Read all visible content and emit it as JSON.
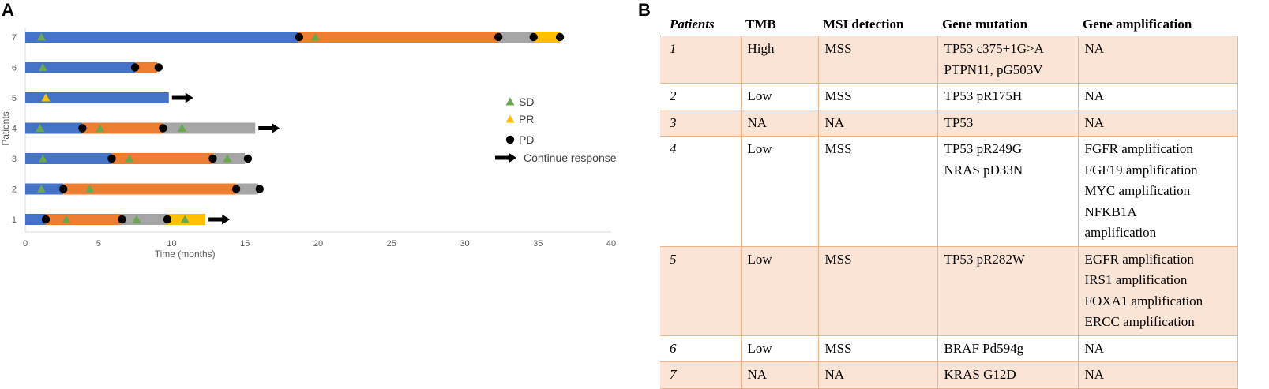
{
  "panels": {
    "a": "A",
    "b": "B"
  },
  "chart_data": {
    "type": "bar",
    "orientation": "horizontal",
    "stacked": true,
    "ylabel": "Patients",
    "xlabel": "Time (months)",
    "xlim": [
      0,
      40
    ],
    "xticks": [
      0,
      5,
      10,
      15,
      20,
      25,
      30,
      35,
      40
    ],
    "grid": false,
    "legend_position": "right",
    "legend": [
      {
        "label": "SD",
        "marker": "triangle",
        "color": "#6aa84f"
      },
      {
        "label": "PR",
        "marker": "triangle",
        "color": "#ffc000"
      },
      {
        "label": "PD",
        "marker": "circle",
        "color": "#000000"
      },
      {
        "label": "Continue response",
        "marker": "arrow",
        "color": "#000000"
      }
    ],
    "segment_colors": {
      "blue": "#4472c4",
      "orange": "#ed7d31",
      "gray": "#a5a5a5",
      "yellow": "#ffc000"
    },
    "patients": [
      {
        "label": "7",
        "segments": [
          {
            "start": 0,
            "end": 18.6,
            "color": "blue"
          },
          {
            "start": 18.6,
            "end": 32.3,
            "color": "orange"
          },
          {
            "start": 32.3,
            "end": 34.7,
            "color": "gray"
          },
          {
            "start": 34.7,
            "end": 36.5,
            "color": "yellow"
          }
        ],
        "markers": [
          {
            "x": 1.1,
            "type": "SD"
          },
          {
            "x": 18.7,
            "type": "PD"
          },
          {
            "x": 19.8,
            "type": "SD"
          },
          {
            "x": 32.3,
            "type": "PD"
          },
          {
            "x": 34.7,
            "type": "PD"
          },
          {
            "x": 36.5,
            "type": "PD"
          }
        ],
        "arrow": false
      },
      {
        "label": "6",
        "segments": [
          {
            "start": 0,
            "end": 7.5,
            "color": "blue"
          },
          {
            "start": 7.5,
            "end": 9.0,
            "color": "orange"
          }
        ],
        "markers": [
          {
            "x": 1.2,
            "type": "SD"
          },
          {
            "x": 7.5,
            "type": "PD"
          },
          {
            "x": 9.1,
            "type": "PD"
          }
        ],
        "arrow": false
      },
      {
        "label": "5",
        "segments": [
          {
            "start": 0,
            "end": 9.8,
            "color": "blue"
          }
        ],
        "markers": [
          {
            "x": 1.4,
            "type": "PR"
          }
        ],
        "arrow": true
      },
      {
        "label": "4",
        "segments": [
          {
            "start": 0,
            "end": 3.9,
            "color": "blue"
          },
          {
            "start": 3.9,
            "end": 9.4,
            "color": "orange"
          },
          {
            "start": 9.4,
            "end": 15.7,
            "color": "gray"
          }
        ],
        "markers": [
          {
            "x": 1.0,
            "type": "SD"
          },
          {
            "x": 3.9,
            "type": "PD"
          },
          {
            "x": 5.1,
            "type": "SD"
          },
          {
            "x": 9.4,
            "type": "PD"
          },
          {
            "x": 10.7,
            "type": "SD"
          }
        ],
        "arrow": true
      },
      {
        "label": "3",
        "segments": [
          {
            "start": 0,
            "end": 5.9,
            "color": "blue"
          },
          {
            "start": 5.9,
            "end": 12.8,
            "color": "orange"
          },
          {
            "start": 12.8,
            "end": 15.0,
            "color": "gray"
          }
        ],
        "markers": [
          {
            "x": 1.2,
            "type": "SD"
          },
          {
            "x": 5.9,
            "type": "PD"
          },
          {
            "x": 7.1,
            "type": "SD"
          },
          {
            "x": 12.8,
            "type": "PD"
          },
          {
            "x": 13.8,
            "type": "SD"
          },
          {
            "x": 15.2,
            "type": "PD"
          }
        ],
        "arrow": false
      },
      {
        "label": "2",
        "segments": [
          {
            "start": 0,
            "end": 2.6,
            "color": "blue"
          },
          {
            "start": 2.6,
            "end": 14.4,
            "color": "orange"
          },
          {
            "start": 14.4,
            "end": 15.9,
            "color": "gray"
          }
        ],
        "markers": [
          {
            "x": 1.1,
            "type": "SD"
          },
          {
            "x": 2.6,
            "type": "PD"
          },
          {
            "x": 4.4,
            "type": "SD"
          },
          {
            "x": 14.4,
            "type": "PD"
          },
          {
            "x": 16.0,
            "type": "PD"
          }
        ],
        "arrow": false
      },
      {
        "label": "1",
        "segments": [
          {
            "start": 0,
            "end": 1.4,
            "color": "blue"
          },
          {
            "start": 1.4,
            "end": 6.5,
            "color": "orange"
          },
          {
            "start": 6.5,
            "end": 9.7,
            "color": "gray"
          },
          {
            "start": 9.7,
            "end": 12.3,
            "color": "yellow"
          }
        ],
        "markers": [
          {
            "x": 1.4,
            "type": "PD"
          },
          {
            "x": 2.8,
            "type": "SD"
          },
          {
            "x": 6.6,
            "type": "PD"
          },
          {
            "x": 7.6,
            "type": "SD"
          },
          {
            "x": 9.7,
            "type": "PD"
          },
          {
            "x": 10.9,
            "type": "SD"
          }
        ],
        "arrow": true
      }
    ]
  },
  "table": {
    "headers": [
      "Patients",
      "TMB",
      "MSI detection",
      "Gene mutation",
      "Gene amplification"
    ],
    "rows": [
      {
        "patient": "1",
        "tmb": "High",
        "msi": "MSS",
        "mutation": [
          "TP53 c375+1G>A",
          "PTPN11, pG503V"
        ],
        "amplification": [
          "NA"
        ]
      },
      {
        "patient": "2",
        "tmb": "Low",
        "msi": "MSS",
        "mutation": [
          "TP53 pR175H"
        ],
        "amplification": [
          "NA"
        ]
      },
      {
        "patient": "3",
        "tmb": "NA",
        "msi": "NA",
        "mutation": [
          "TP53"
        ],
        "amplification": [
          "NA"
        ]
      },
      {
        "patient": "4",
        "tmb": "Low",
        "msi": "MSS",
        "mutation": [
          "TP53 pR249G",
          "NRAS pD33N"
        ],
        "amplification": [
          "FGFR amplification",
          "FGF19 amplification",
          "MYC amplification",
          "NFKB1A",
          "amplification"
        ]
      },
      {
        "patient": "5",
        "tmb": "Low",
        "msi": "MSS",
        "mutation": [
          "TP53 pR282W"
        ],
        "amplification": [
          "EGFR amplification",
          "IRS1 amplification",
          "FOXA1 amplification",
          "ERCC amplification"
        ]
      },
      {
        "patient": "6",
        "tmb": "Low",
        "msi": "MSS",
        "mutation": [
          "BRAF Pd594g"
        ],
        "amplification": [
          "NA"
        ]
      },
      {
        "patient": "7",
        "tmb": "NA",
        "msi": "NA",
        "mutation": [
          "KRAS G12D"
        ],
        "amplification": [
          "NA"
        ]
      }
    ]
  }
}
